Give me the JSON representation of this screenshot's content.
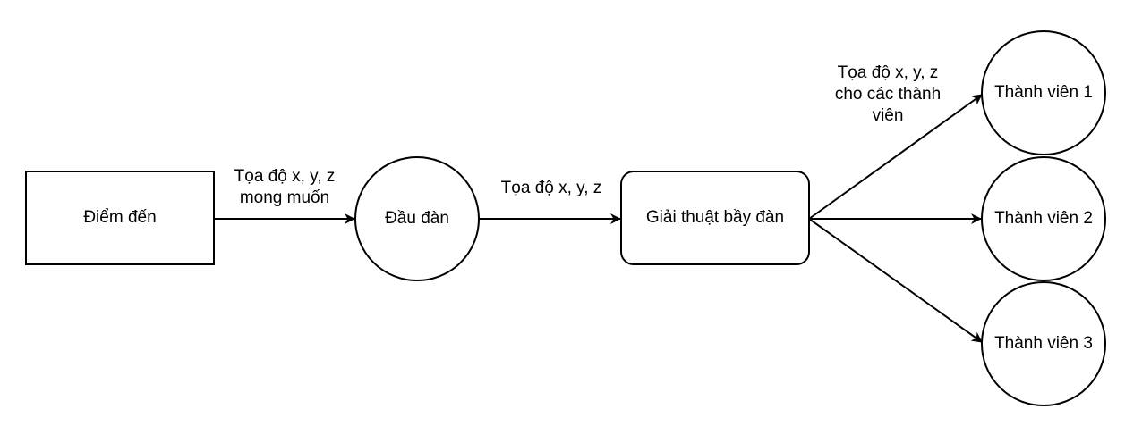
{
  "nodes": {
    "destination": "Điểm đến",
    "leader": "Đầu đàn",
    "algorithm": "Giải thuật bầy đàn",
    "member1": "Thành viên 1",
    "member2": "Thành viên 2",
    "member3": "Thành viên 3"
  },
  "edges": {
    "dest_to_leader": [
      "Tọa độ x, y, z",
      "mong muốn"
    ],
    "leader_to_algo": "Tọa độ x, y, z",
    "algo_to_members": [
      "Tọa độ x, y, z",
      "cho các thành",
      "viên"
    ]
  },
  "colors": {
    "stroke": "#000000",
    "fill": "#ffffff",
    "text": "#000000"
  }
}
